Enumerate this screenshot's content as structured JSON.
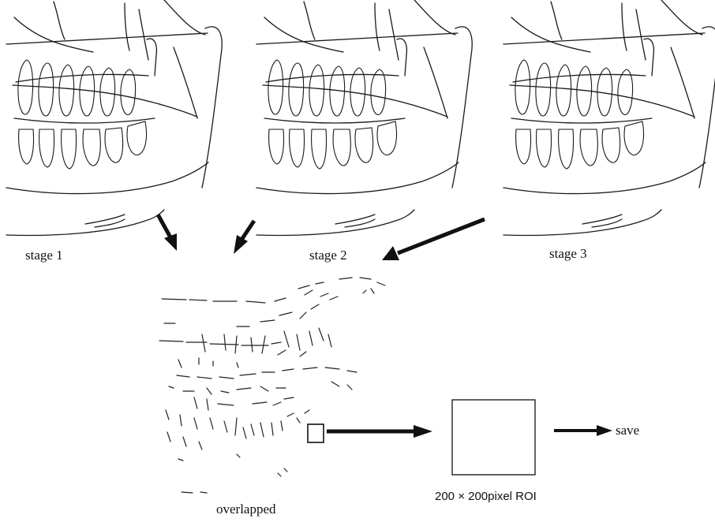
{
  "stages": [
    {
      "label": "stage 1"
    },
    {
      "label": "stage 2"
    },
    {
      "label": "stage 3"
    }
  ],
  "overlapped": {
    "label": "overlapped"
  },
  "roi": {
    "label": "200 × 200pixel ROI"
  },
  "save": {
    "label": "save"
  }
}
